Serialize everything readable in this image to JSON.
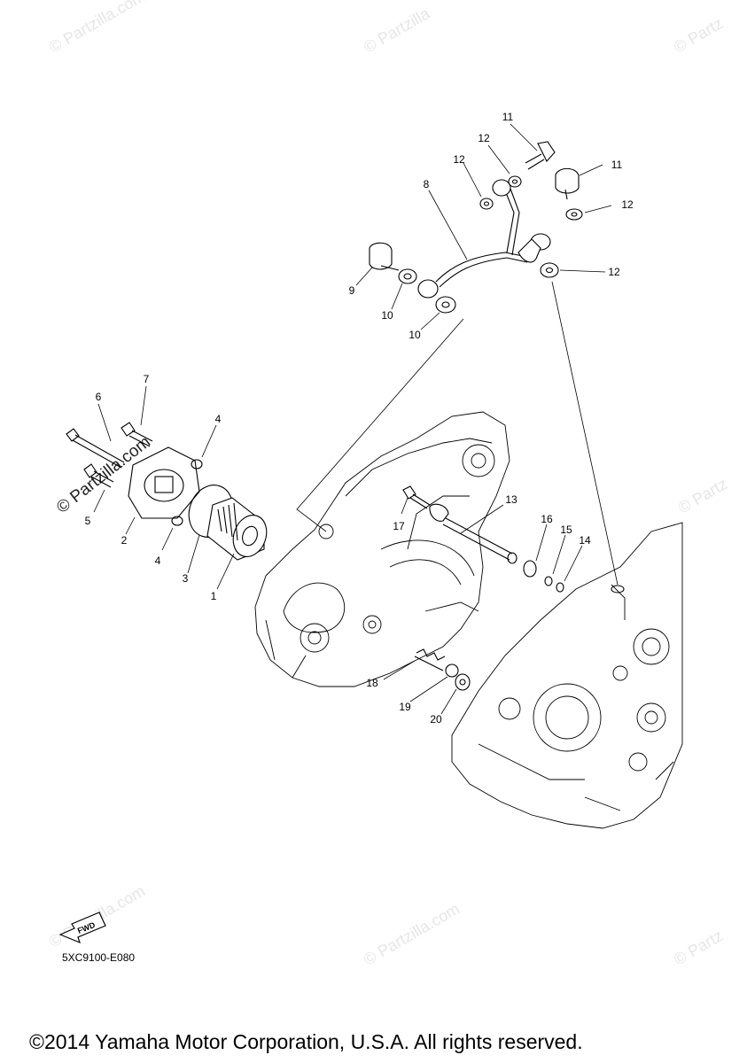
{
  "watermark": {
    "text": "© Partzilla.com",
    "text_short": "© Partzilla",
    "text_edge": "© Partz"
  },
  "callouts": [
    "1",
    "2",
    "3",
    "4",
    "4",
    "5",
    "6",
    "7",
    "8",
    "9",
    "10",
    "10",
    "11",
    "11",
    "12",
    "12",
    "12",
    "12",
    "13",
    "14",
    "15",
    "16",
    "17",
    "18",
    "19",
    "20"
  ],
  "fwd_label": "FWD",
  "diagram_code": "5XC9100-E080",
  "copyright": "©2014 Yamaha Motor Corporation, U.S.A. All rights reserved."
}
